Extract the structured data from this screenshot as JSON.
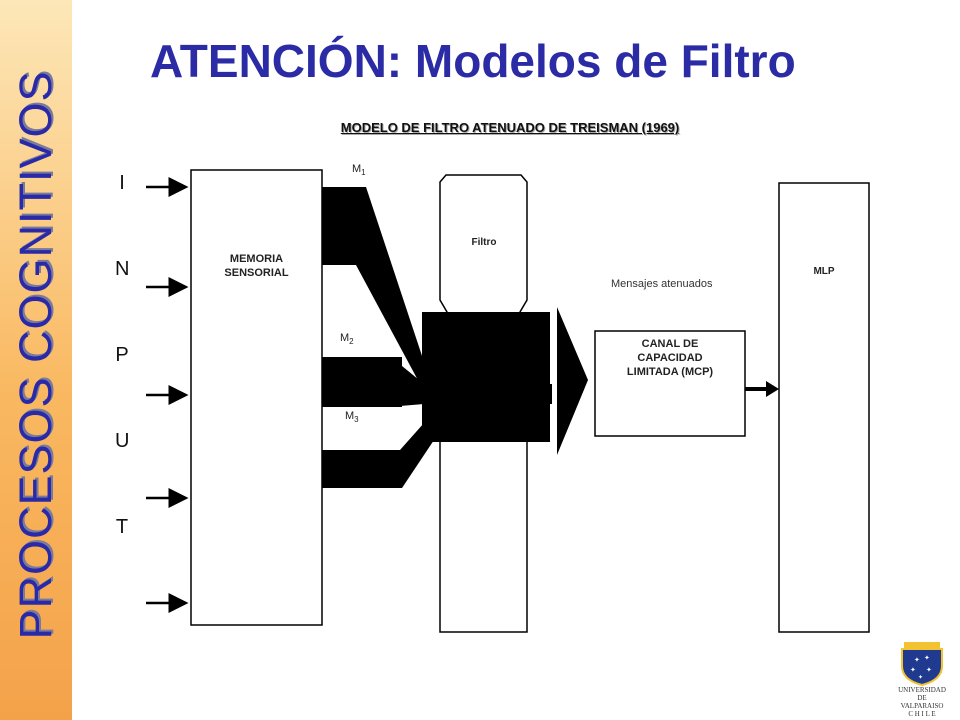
{
  "sidebar": {
    "title": "PROCESOS COGNITIVOS"
  },
  "header": {
    "title": "ATENCIÓN: Modelos de Filtro"
  },
  "diagram": {
    "subtitle": "MODELO DE FILTRO ATENUADO DE TREISMAN (1969)",
    "input_letters": [
      "I",
      "N",
      "P",
      "U",
      "T"
    ],
    "memoria_label_line1": "MEMORIA",
    "memoria_label_line2": "SENSORIAL",
    "m1_label": "M",
    "m1_sub": "1",
    "m2_label": "M",
    "m2_sub": "2",
    "m3_label": "M",
    "m3_sub": "3",
    "filtro_label": "Filtro",
    "mensajes_label": "Mensajes atenuados",
    "mcp_line1": "CANAL DE",
    "mcp_line2": "CAPACIDAD",
    "mcp_line3": "LIMITADA (MCP)",
    "mlp_label": "MLP"
  },
  "logo": {
    "line1": "UNIVERSIDAD",
    "line2": "DE",
    "line3": "VALPARAISO",
    "line4": "C H I L E"
  },
  "colors": {
    "title": "#2b2ba6",
    "sidebar_text": "#2a2aa8",
    "sidebar_bg": "#f9b860"
  }
}
